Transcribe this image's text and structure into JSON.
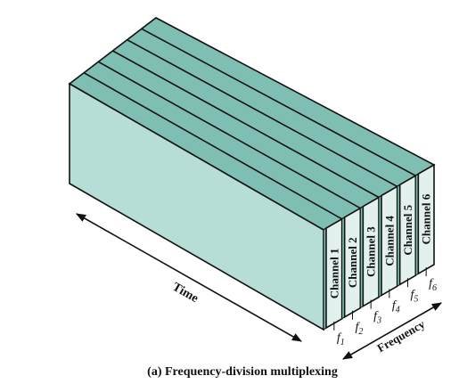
{
  "caption": "(a) Frequency-division multiplexing",
  "axes": {
    "time_label": "Time",
    "frequency_label": "Frequency"
  },
  "channels": [
    {
      "label": "Channel 1",
      "freq_base": "f",
      "freq_sub": "1"
    },
    {
      "label": "Channel 2",
      "freq_base": "f",
      "freq_sub": "2"
    },
    {
      "label": "Channel 3",
      "freq_base": "f",
      "freq_sub": "3"
    },
    {
      "label": "Channel 4",
      "freq_base": "f",
      "freq_sub": "4"
    },
    {
      "label": "Channel 5",
      "freq_base": "f",
      "freq_sub": "5"
    },
    {
      "label": "Channel 6",
      "freq_base": "f",
      "freq_sub": "6"
    }
  ],
  "colors": {
    "top_face": "#7fbfb3",
    "front_face": "#b6ddd6",
    "side_face": "#e2f1ee",
    "stroke": "#111111"
  }
}
